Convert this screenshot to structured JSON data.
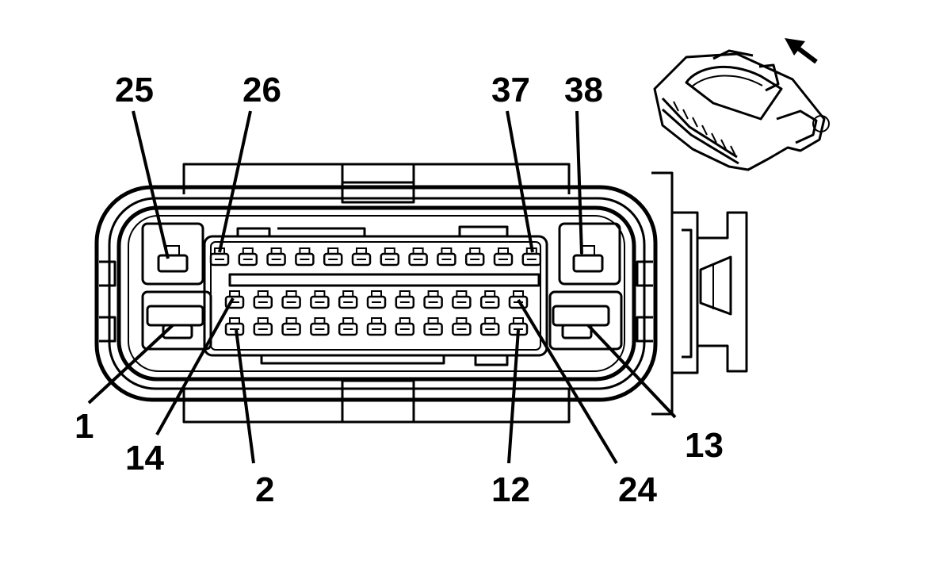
{
  "diagram": {
    "colors": {
      "line": "#000000",
      "background": "#ffffff"
    },
    "pin_labels": [
      {
        "id": "pin-1",
        "text": "1"
      },
      {
        "id": "pin-2",
        "text": "2"
      },
      {
        "id": "pin-12",
        "text": "12"
      },
      {
        "id": "pin-13",
        "text": "13"
      },
      {
        "id": "pin-14",
        "text": "14"
      },
      {
        "id": "pin-24",
        "text": "24"
      },
      {
        "id": "pin-25",
        "text": "25"
      },
      {
        "id": "pin-26",
        "text": "26"
      },
      {
        "id": "pin-37",
        "text": "37"
      },
      {
        "id": "pin-38",
        "text": "38"
      }
    ],
    "icons": {
      "view_direction": "arrow-icon",
      "connector_thumbnail": "connector-3d-icon"
    }
  }
}
